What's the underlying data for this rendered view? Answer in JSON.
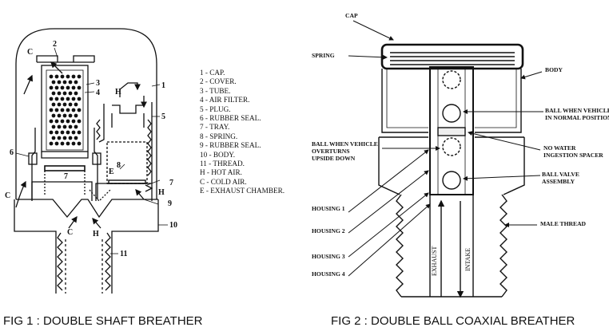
{
  "fig1": {
    "caption": "FIG 1 :  DOUBLE SHAFT BREATHER",
    "legend": [
      "1 - CAP.",
      "2 - COVER.",
      "3 - TUBE.",
      "4 - AIR FILTER.",
      "5 - PLUG.",
      "6 - RUBBER SEAL.",
      "7 - TRAY.",
      "8 - SPRING.",
      "9 - RUBBER SEAL.",
      "10 - BODY.",
      "11 - THREAD.",
      "H - HOT AIR.",
      "C - COLD AIR.",
      "E - EXHAUST CHAMBER."
    ],
    "callouts": {
      "n1": "1",
      "n2": "2",
      "n3": "3",
      "n4": "4",
      "n5": "5",
      "n6": "6",
      "n7a": "7",
      "n7b": "7",
      "n8": "8",
      "n9": "9",
      "n10": "10",
      "n11": "11",
      "C1": "C",
      "C2": "C",
      "C3": "C",
      "H1": "H",
      "H2": "H",
      "H3": "H",
      "E": "E"
    }
  },
  "fig2": {
    "caption": "FIG 2 : DOUBLE BALL COAXIAL BREATHER",
    "labels": {
      "cap": "CAP",
      "spring": "SPRING",
      "body": "BODY",
      "ball_normal_1": "BALL WHEN VEHICLE",
      "ball_normal_2": "IN NORMAL POSITION",
      "ball_overturn_1": "BALL WHEN VEHICLE",
      "ball_overturn_2": "OVERTURNS",
      "ball_overturn_3": "UPSIDE DOWN",
      "spacer_1": "NO WATER",
      "spacer_2": "INGESTION SPACER",
      "valve_1": "BALL VALVE",
      "valve_2": "ASSEMBLY",
      "housing1": "HOUSING 1",
      "housing2": "HOUSING 2",
      "housing3": "HOUSING 3",
      "housing4": "HOUSING 4",
      "male_thread": "MALE THREAD",
      "exhaust": "EXHAUST",
      "intake": "INTAKE"
    }
  }
}
